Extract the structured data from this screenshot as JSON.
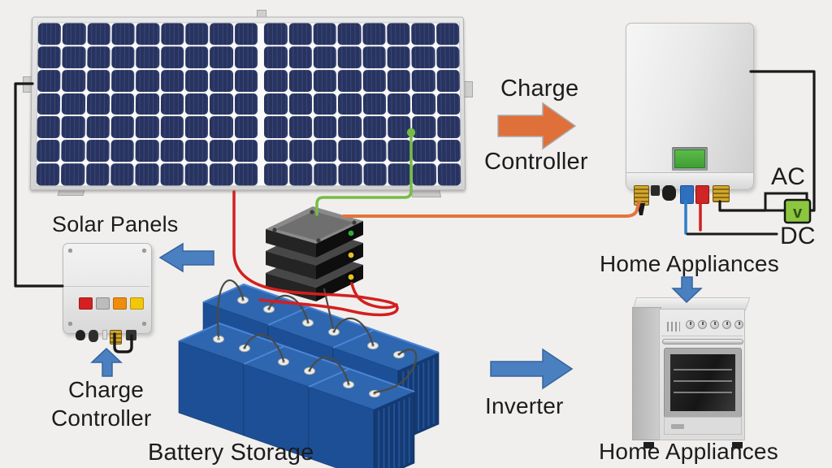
{
  "diagram": {
    "labels": {
      "solar_panels": "Solar Panels",
      "charge": "Charge",
      "controller": "Controller",
      "battery_storage": "Battery Storage",
      "inverter": "Inverter",
      "home_appliances": "Home Appliances",
      "ac": "AC",
      "dc": "DC",
      "voltmeter": "v"
    },
    "colors": {
      "background": "#f0efed",
      "arrow_blue": "#4a80c0",
      "arrow_orange": "#e0703a",
      "wire_black": "#191919",
      "wire_red": "#d31f1f",
      "wire_green": "#76bd45",
      "wire_orange": "#e3743c",
      "wire_blue": "#2e7ec9",
      "battery_blue_front": "#1d4f96",
      "battery_blue_top": "#2e66b0",
      "battery_blue_side": "#153a72",
      "panel_cell_navy": "#28345f",
      "led_green": "#2fae3e",
      "led_yellow": "#eac11f",
      "voltmeter_green": "#8cc63e"
    }
  }
}
